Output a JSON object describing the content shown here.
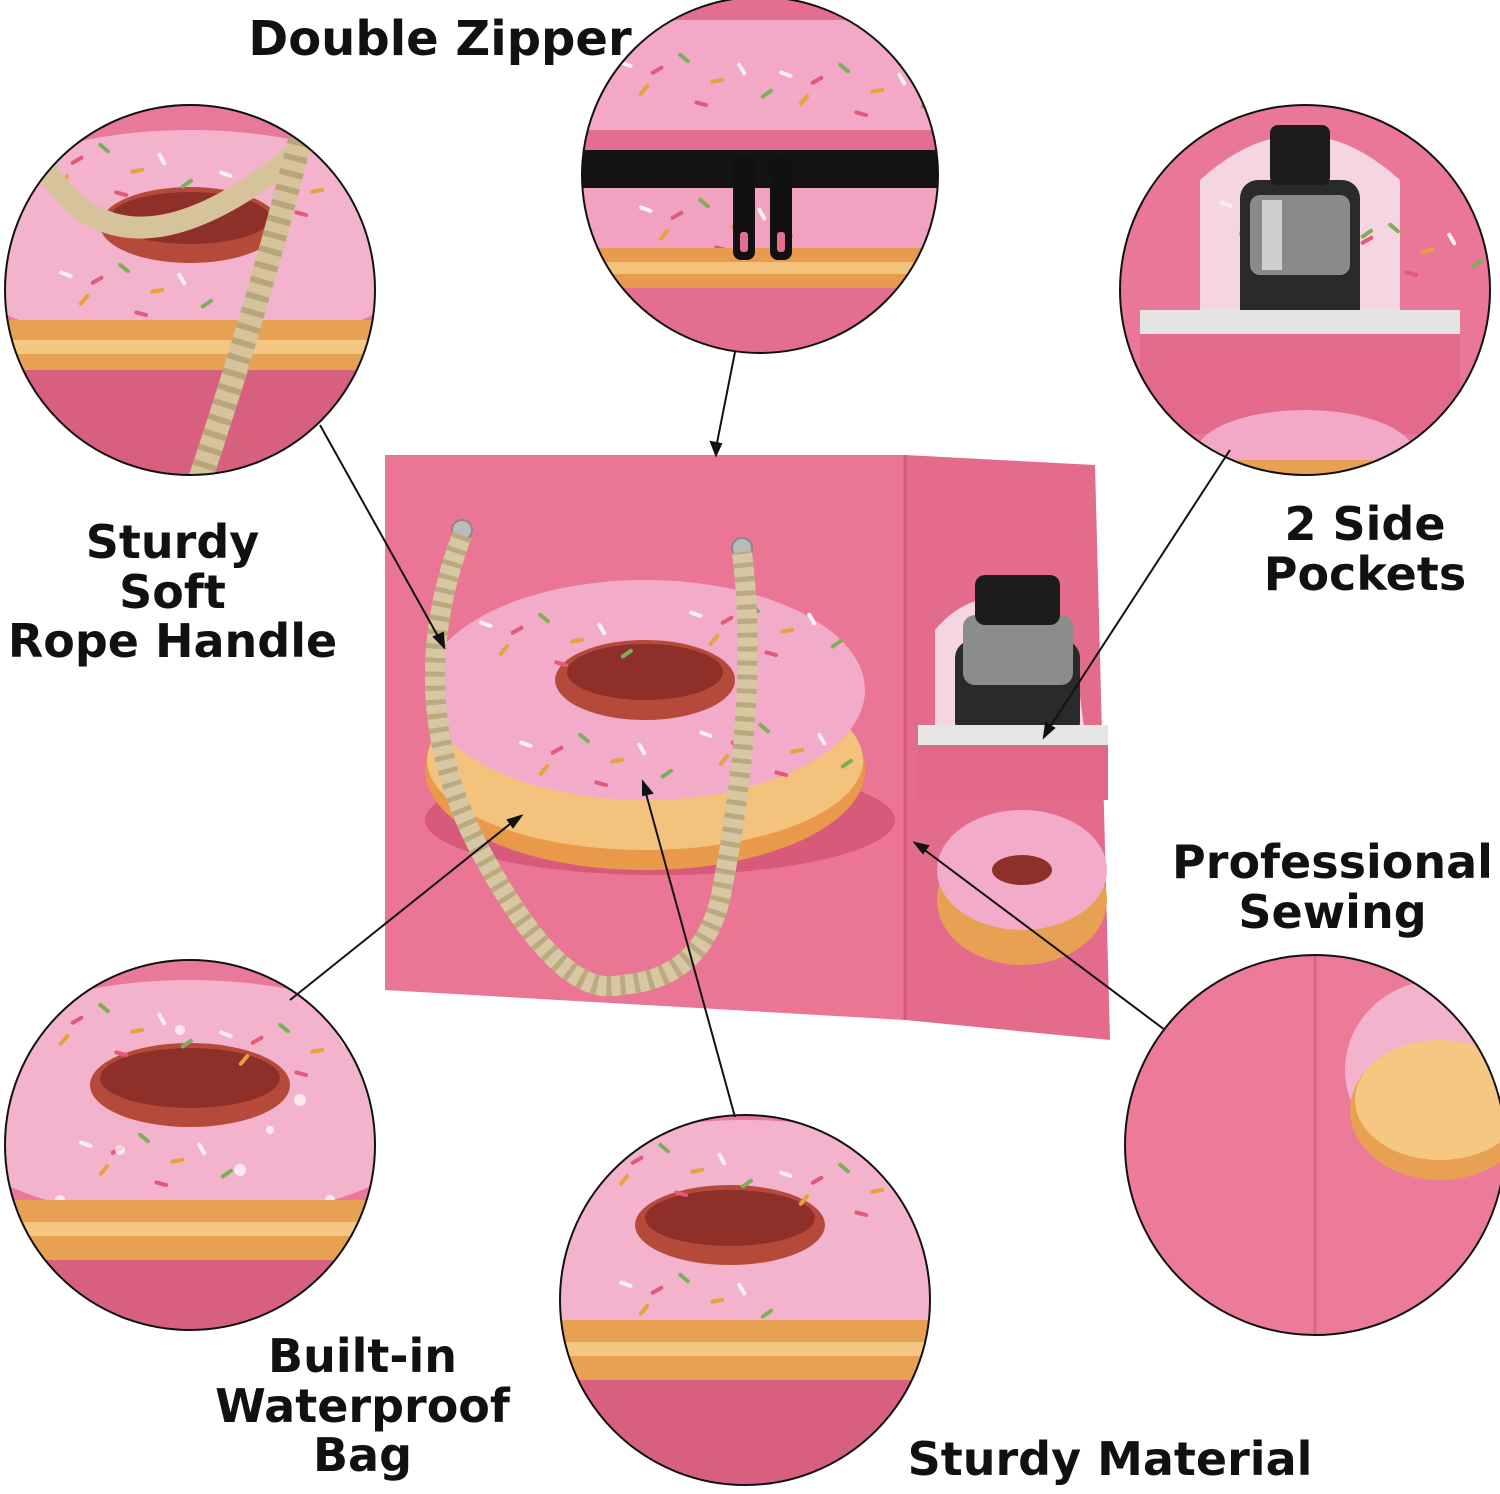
{
  "features": {
    "double_zipper": {
      "lines": [
        "Double Zipper"
      ]
    },
    "rope_handle": {
      "lines": [
        "Sturdy",
        "Soft",
        "Rope Handle"
      ]
    },
    "side_pockets": {
      "lines": [
        "2 Side",
        "Pockets"
      ]
    },
    "sewing": {
      "lines": [
        "Professional",
        "Sewing"
      ]
    },
    "waterproof": {
      "lines": [
        "Built-in",
        "Waterproof",
        "Bag"
      ]
    },
    "material": {
      "lines": [
        "Sturdy Material"
      ]
    }
  },
  "colors": {
    "bag_pink": "#e9708f",
    "bag_pink_dark": "#d35a7a",
    "icing_pink": "#f2a8c6",
    "dough": "#e7a152",
    "rope": "#d8c7a3",
    "text": "#111111"
  }
}
